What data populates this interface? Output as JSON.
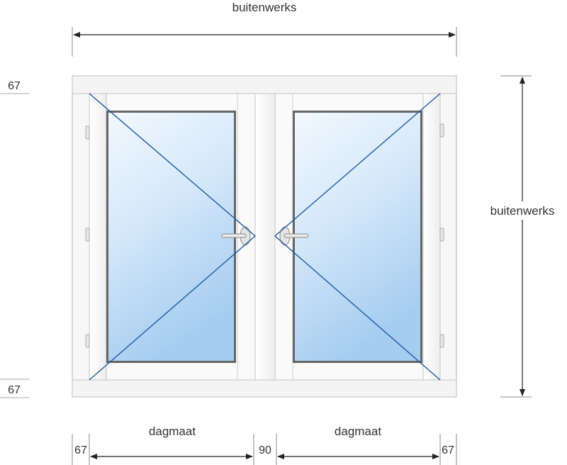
{
  "colors": {
    "frame_fill": "#f7f7f7",
    "frame_stroke": "#bdbdbd",
    "glass_top": "#eef6fd",
    "glass_bottom": "#a9d0f2",
    "opening_line": "#1f5aa8",
    "dimension_line": "#222222",
    "text": "#333333"
  },
  "dimensions": {
    "top_width_label": "buitenwerks",
    "right_height_label": "buitenwerks",
    "left_top_rail": "67",
    "left_bottom_rail": "67",
    "bottom_left_stile": "67",
    "bottom_mullion": "90",
    "bottom_right_stile": "67",
    "bottom_left_daylight": "dagmaat",
    "bottom_right_daylight": "dagmaat"
  },
  "window": {
    "type": "double casement",
    "left_sash_opening": "opening-triangle",
    "right_sash_opening": "opening-triangle",
    "handles": [
      "lever-handle-icon",
      "lever-handle-icon"
    ]
  }
}
